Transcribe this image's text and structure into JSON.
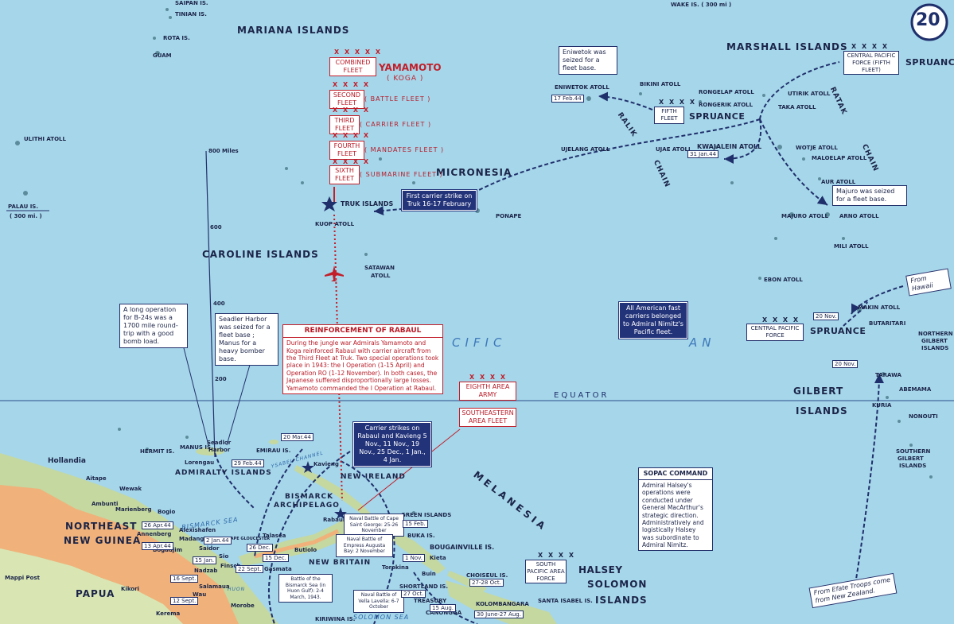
{
  "map_number": "20",
  "regions": {
    "mariana": "MARIANA ISLANDS",
    "marshall": "MARSHALL ISLANDS",
    "caroline": "CAROLINE ISLANDS",
    "micronesia": "MICRONESIA",
    "melanesia": "MELANESIA",
    "gilbert_a": "GILBERT",
    "gilbert_b": "ISLANDS",
    "admiralty": "ADMIRALTY ISLANDS",
    "bismarck_a": "BISMARCK",
    "bismarck_b": "ARCHIPELAGO",
    "new_ireland": "NEW IRELAND",
    "new_britain": "NEW BRITAIN",
    "northeast": "NORTHEAST",
    "new_guinea": "NEW GUINEA",
    "papua": "PAPUA",
    "solomon_a": "SOLOMON",
    "solomon_b": "ISLANDS",
    "ralik": "RALIK",
    "chain1": "CHAIN",
    "ratak": "RATAK",
    "chain2": "CHAIN",
    "pacific_a": "CIFIC",
    "pacific_b": "AN",
    "equator": "EQUATOR",
    "bismarck_sea": "BISMARCK SEA",
    "solomon_sea": "SOLOMON SEA",
    "isabel": "YSABEL CHANNEL",
    "huon": "HUON"
  },
  "places": {
    "saipan": "SAIPAN IS.",
    "tinian": "TINIAN IS.",
    "rota": "ROTA IS.",
    "guam": "GUAM",
    "ulithi": "ULITHI ATOLL",
    "palau": "PALAU IS.",
    "palau_dist": "( 300 mi. )",
    "wake": "WAKE IS. ( 300 mi )",
    "truk": "TRUK ISLANDS",
    "kuop": "KUOP ATOLL",
    "satawan_a": "SATAWAN",
    "satawan_b": "ATOLL",
    "ponape": "PONAPE",
    "eniwetok": "ENIWETOK ATOLL",
    "bikini": "BIKINI ATOLL",
    "rongelap": "RONGELAP ATOLL",
    "rongerik": "RONGERIK ATOLL",
    "utirik": "UTIRIK ATOLL",
    "taka": "TAKA ATOLL",
    "ujelang": "UJELANG ATOLL",
    "ujae": "UJAE ATOLL",
    "kwajalein": "KWAJALEIN ATOLL",
    "wotje": "WOTJE ATOLL",
    "maloelap": "MALOELAP ATOLL",
    "aur": "AUR ATOLL",
    "majuro": "MAJURO ATOLL",
    "arno": "ARNO ATOLL",
    "mili": "MILI ATOLL",
    "ebon": "EBON ATOLL",
    "makin": "MAKIN ATOLL",
    "butaritari": "BUTARITARI",
    "tarawa": "TARAWA",
    "abemama": "ABEMAMA",
    "kuria": "KURIA",
    "nonouti": "NONOUTI",
    "n_gilbert_a": "NORTHERN",
    "n_gilbert_b": "GILBERT",
    "n_gilbert_c": "ISLANDS",
    "s_gilbert_a": "SOUTHERN",
    "s_gilbert_b": "GILBERT",
    "s_gilbert_c": "ISLANDS",
    "hermit": "HERMIT IS.",
    "manus": "MANUS IS.",
    "lorengau": "Lorengau",
    "seadler_a": "Seadlor",
    "seadler_b": "Harbor",
    "emirau": "EMIRAU IS.",
    "kavieng": "Kavieng",
    "rabaul": "Rabaul",
    "green": "GREEN ISLANDS",
    "buka": "BUKA IS.",
    "bougainville": "BOUGAINVILLE IS.",
    "kieta": "Kieta",
    "buin": "Buin",
    "torokina": "Torokina",
    "shortland": "SHORTLAND IS.",
    "treasury": "TREASURY",
    "choiseul": "CHOISEUL IS.",
    "santa_isabel": "SANTA ISABEL IS.",
    "kolombangara": "KOLOMBANGARA",
    "canongga": "CANONGGA",
    "kiriwina": "KIRIWINA IS.",
    "talasea": "Talasea",
    "butiolo": "Butiolo",
    "gasmata": "Gasmata",
    "cape_glou": "CAPE GLOUCESTER",
    "hollandia": "Hollandia",
    "aitape": "Aitape",
    "wewak": "Wewak",
    "ambunti": "Ambunti",
    "marienberg": "Marienberg",
    "bogio": "Bogio",
    "annenberg": "Annenberg",
    "alexishafen": "Alexishafen",
    "madang": "Madang",
    "bogadjim": "Bogadjim",
    "saidor": "Saidor",
    "sio": "Sio",
    "finsch": "Finsch",
    "nadzab": "Nadzab",
    "salamaua": "Salamaua",
    "wau": "Wau",
    "morobe": "Morobe",
    "kikori": "Kikori",
    "kerema": "Kerema",
    "mappi": "Mappi Post",
    "scale_800": "800 Miles",
    "scale_600": "600",
    "scale_400": "400",
    "scale_200": "200"
  },
  "japanese": {
    "xs5": "X X X X X",
    "xs4": "X X X X",
    "combined": "COMBINED FLEET",
    "yamamoto": "YAMAMOTO",
    "koga": "( KOGA )",
    "second": "SECOND FLEET",
    "second_role": "( BATTLE FLEET )",
    "third": "THIRD FLEET",
    "third_role": "( CARRIER FLEET )",
    "fourth": "FOURTH FLEET",
    "fourth_role": "( MANDATES FLEET )",
    "sixth": "SIXTH FLEET",
    "sixth_role": "( SUBMARINE FLEET )",
    "eighth": "EIGHTH AREA ARMY",
    "southeastern": "SOUTHEASTERN AREA FLEET"
  },
  "allied": {
    "fifth_fleet": "FIFTH FLEET",
    "spruance": "SPRUANCE",
    "cpf_fifth": "CENTRAL PACIFIC FORCE (FIFTH FLEET)",
    "cpf": "CENTRAL PACIFIC FORCE",
    "spf": "SOUTH PACIFIC AREA FORCE",
    "halsey": "HALSEY"
  },
  "notes": {
    "eniwetok": "Eniwetok was seized for a fleet base.",
    "majuro": "Majuro was seized for a fleet base.",
    "truk_strike": "First carrier strike on Truk 16-17 February",
    "fast_carriers": "All American fast carriers belonged to Admiral Nimitz's Pacific fleet.",
    "b24": "A long operation for B-24s was a 1700 mile round-trip with a good bomb load.",
    "seadler": "Seadler Harbor was seized for a fleet base ; Manus for a heavy bomber base.",
    "reinf_title": "REINFORCEMENT OF RABAUL",
    "reinf_body": "During the jungle war Admirals Yamamoto and Koga reinforced Rabaul with carrier aircraft from the Third Fleet at Truk. Two special operations took place in 1943: the I Operation (1-15 April) and Operation RO (1-12 November). In both cases, the Japanese suffered disproportionally large losses. Yamamoto commanded the I Operation at Rabaul.",
    "carrier_strikes": "Carrier strikes on Rabaul and Kavieng 5 Nov., 11 Nov., 19 Nov., 25 Dec., 1 Jan., 4 Jan.",
    "sopac_title": "SOPAC COMMAND",
    "sopac_body": "Admiral Halsey's operations were conducted under General MacArthur's strategic direction. Administratively and logistically Halsey was subordinate to Admiral Nimitz.",
    "from_hawaii": "From Hawaii",
    "from_efate": "From Efate Troops come from New Zealand.",
    "cape_st_george": "Naval Battle of Cape Saint George: 25-26 November",
    "empress_augusta": "Naval Battle of Empress Augusta Bay: 2 November",
    "bismarck_sea": "Battle of the Bismarck Sea (in Huon Gulf): 2-4 March, 1943.",
    "vella_lavella": "Naval Battle of Vella Lavella: 6-7 October"
  },
  "dates": {
    "eniwetok": "17 Feb.44",
    "kwajalein": "31 Jan.44",
    "makin": "20 Nov.",
    "tarawa": "20 Nov.",
    "emirau": "20 Mar.44",
    "manus": "29 Feb.44",
    "green": "15 Feb.",
    "hollandia": "26 Apr.44",
    "aitape": "13 Apr.44",
    "saidor": "2 Jan.44",
    "cape_glou": "26 Dec.",
    "arawe": "15 Dec.",
    "lae": "15 Jan.",
    "nadzab": "22 Sept.",
    "finsch": "16 Sept.",
    "salamaua": "12 Sept.",
    "torokina": "1 Nov.",
    "treasury": "27 Oct.",
    "vella": "15 Aug.",
    "choiseul": "27-28 Oct.",
    "new_georgia": "30 June-27 Aug."
  },
  "colors": {
    "sea": "#a6d6ea",
    "land_green": "#c4d8a0",
    "land_orange": "#f0b27a",
    "navy": "#23306b",
    "japan_red": "#c21f2a"
  }
}
